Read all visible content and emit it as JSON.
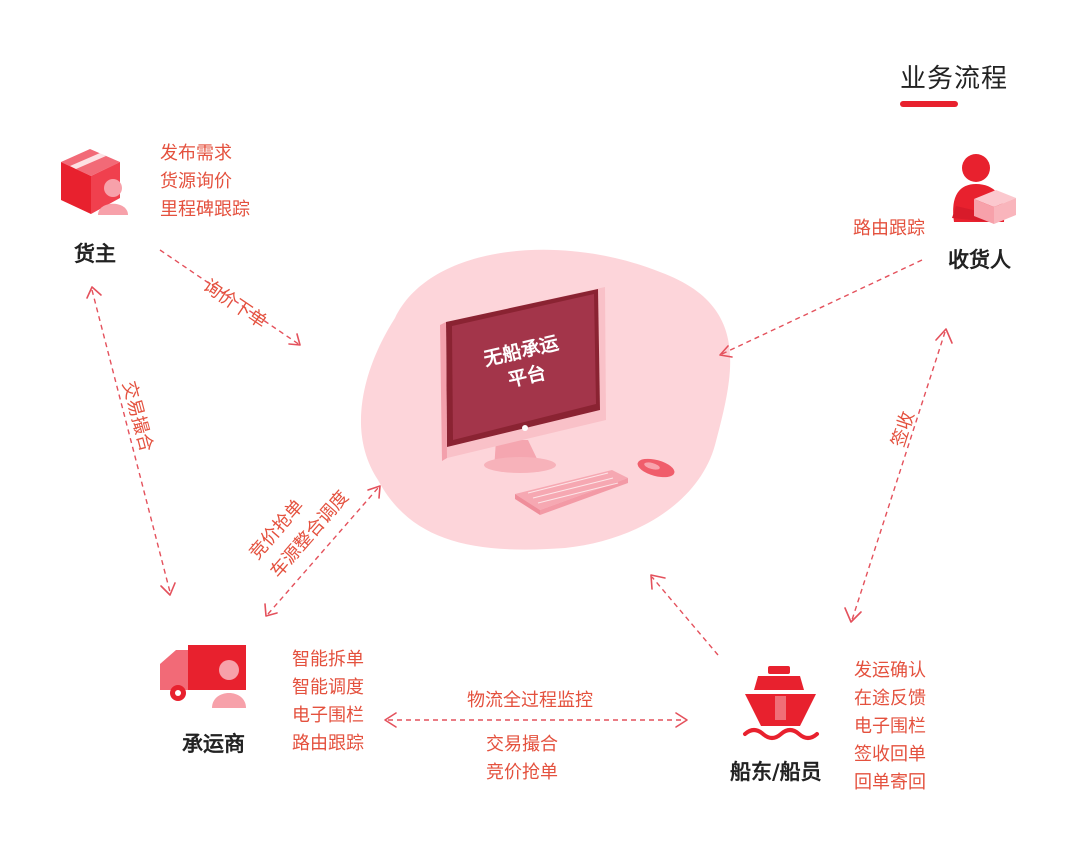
{
  "header": {
    "title": "业务流程"
  },
  "platform": {
    "screen_line1": "无船承运",
    "screen_line2": "平台"
  },
  "nodes": {
    "shipper": {
      "label": "货主",
      "features": [
        "发布需求",
        "货源询价",
        "里程碑跟踪"
      ]
    },
    "consignee": {
      "label": "收货人",
      "features": [
        "路由跟踪"
      ]
    },
    "carrier": {
      "label": "承运商",
      "features": [
        "智能拆单",
        "智能调度",
        "电子围栏",
        "路由跟踪"
      ]
    },
    "shipowner": {
      "label": "船东/船员",
      "features": [
        "发运确认",
        "在途反馈",
        "电子围栏",
        "签收回单",
        "回单寄回"
      ]
    }
  },
  "edges": {
    "shipper_platform": "询价下单",
    "shipper_carrier": "交易撮合",
    "carrier_platform": [
      "竞价抢单",
      "车源整合调度"
    ],
    "consignee_shipowner": "签收",
    "carrier_shipowner": {
      "top": "物流全过程监控",
      "bottom": [
        "交易撮合",
        "竞价抢单"
      ]
    }
  },
  "colors": {
    "accent": "#e8212e",
    "text_red": "#e4513e",
    "blob": "#fdd5da",
    "icon": "#ee3b4a"
  },
  "icons": [
    "box-user-icon",
    "person-box-icon",
    "truck-user-icon",
    "ship-icon",
    "monitor-icon",
    "keyboard-icon",
    "mouse-icon"
  ]
}
